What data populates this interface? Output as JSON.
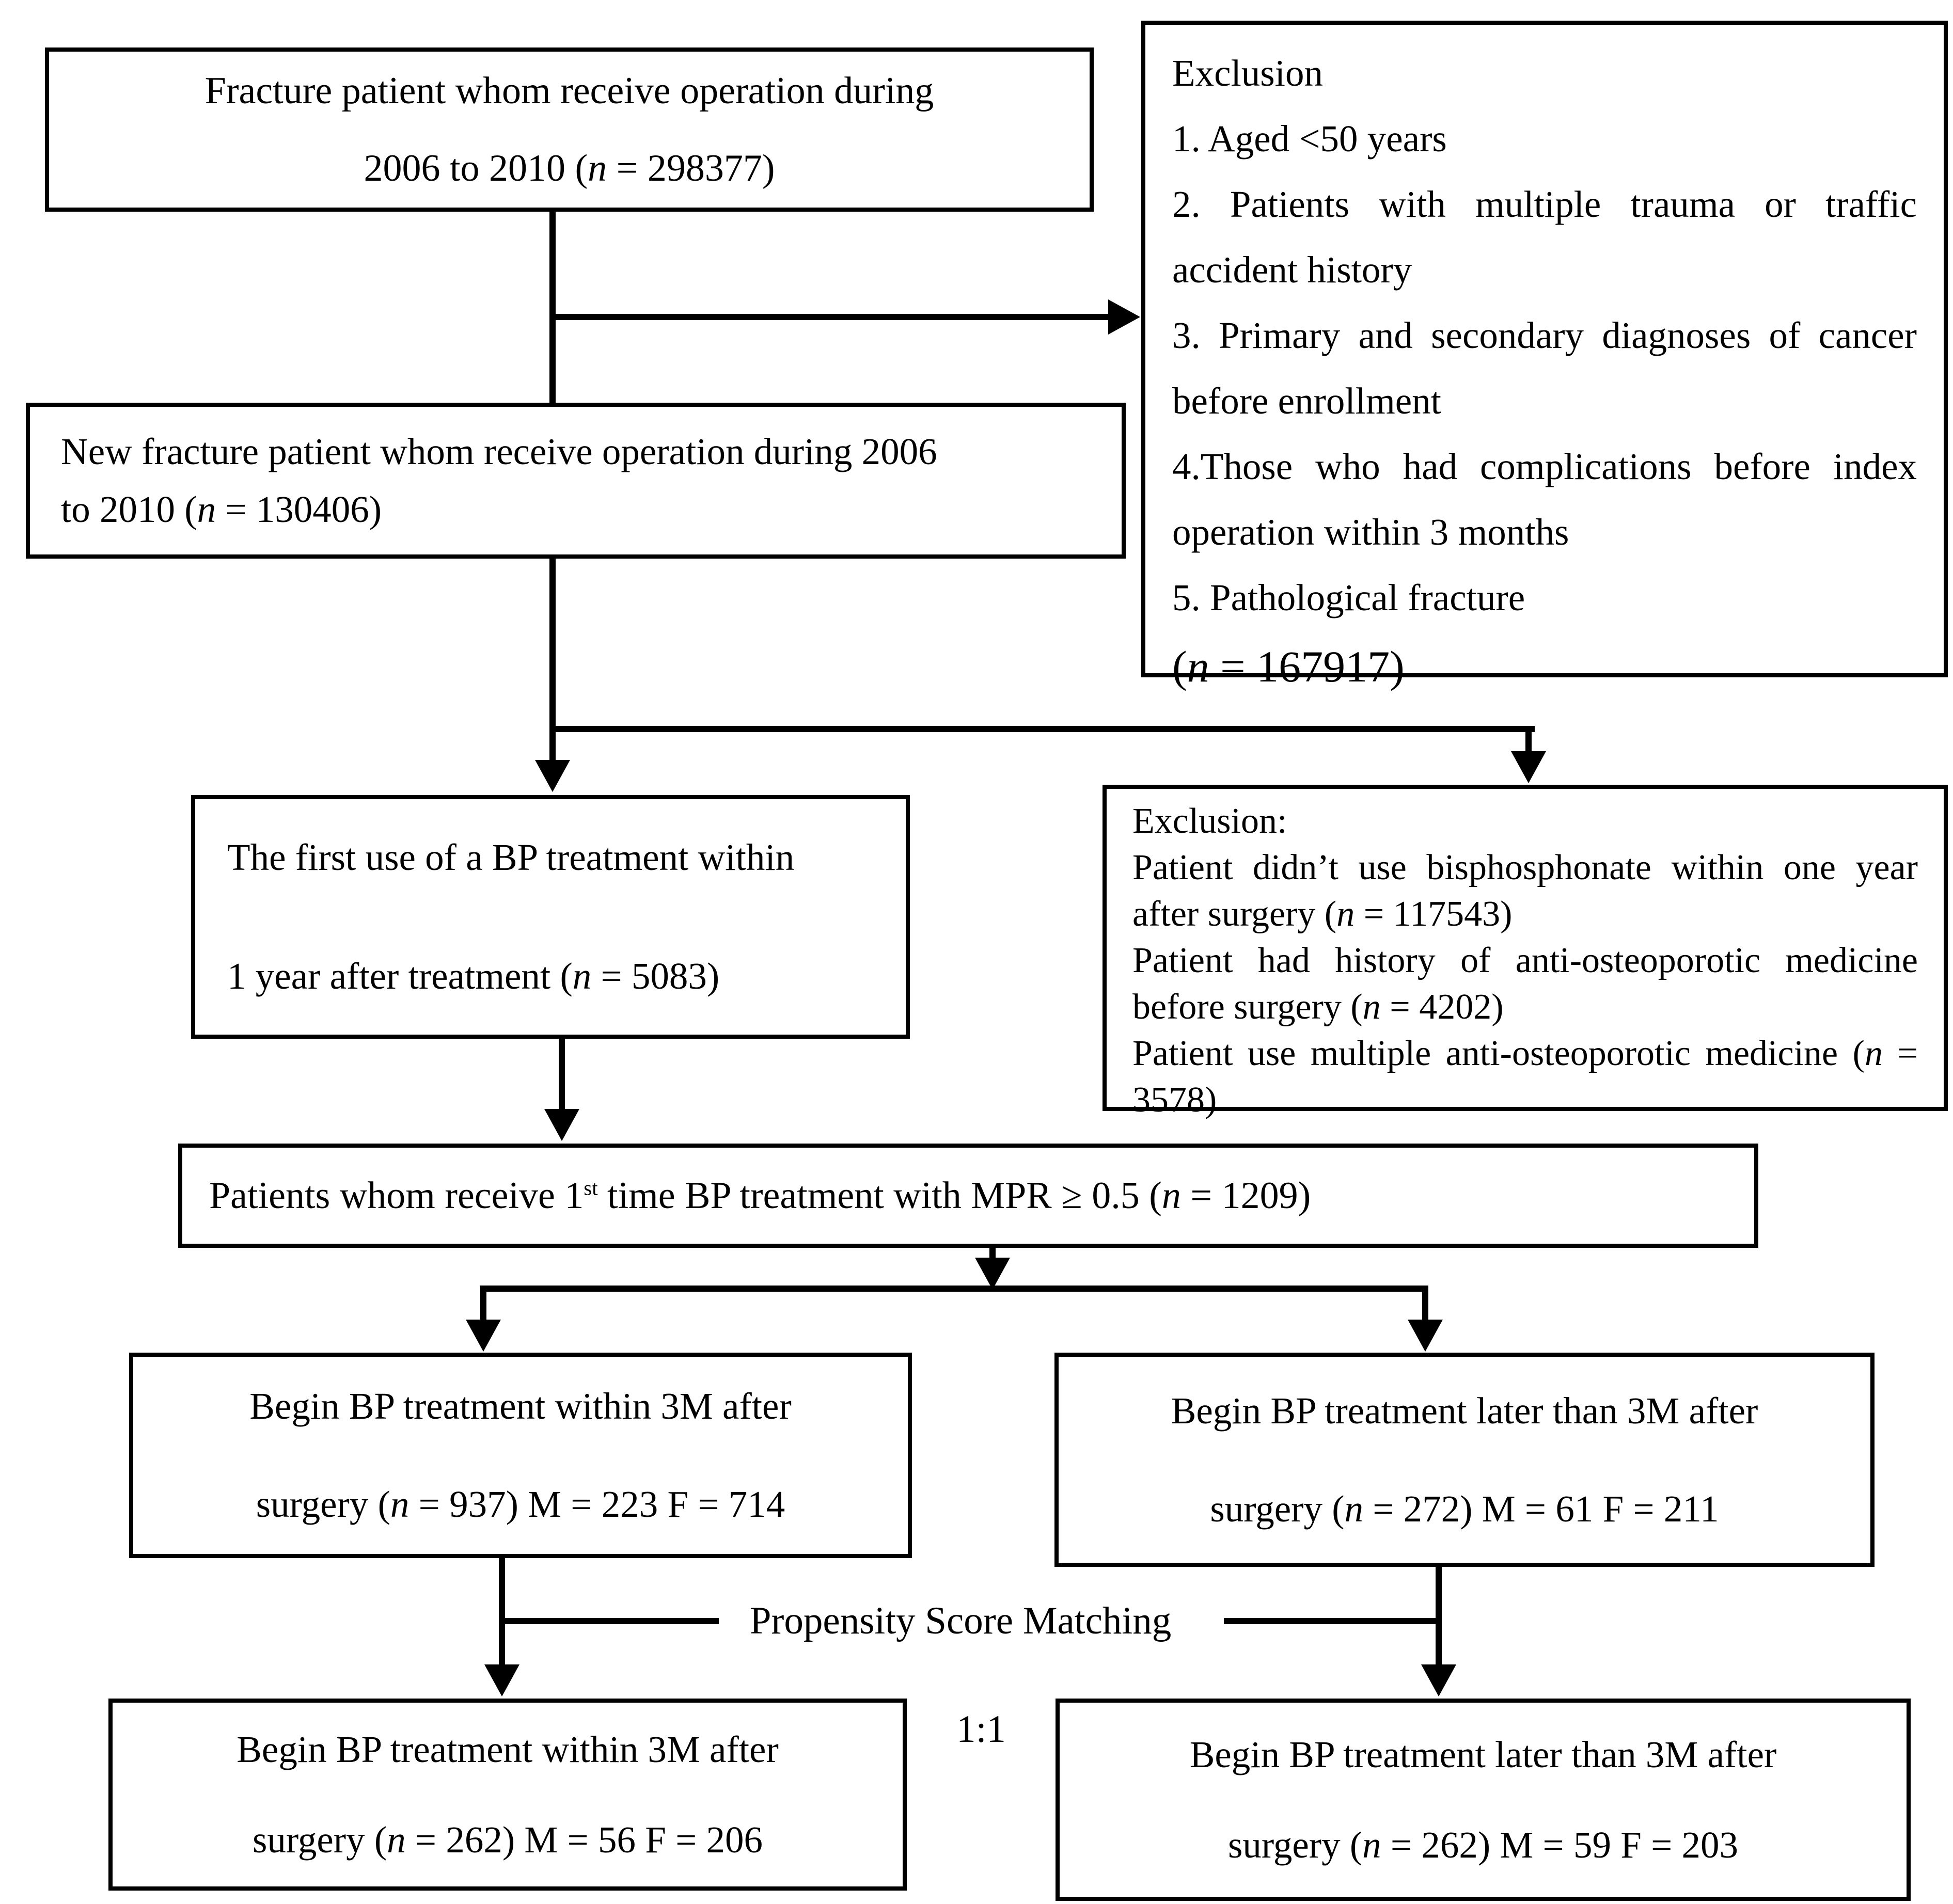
{
  "colors": {
    "line": "#000000",
    "text": "#000000",
    "background": "#ffffff"
  },
  "boxes": {
    "box_initial": {
      "lines": [
        [
          {
            "t": "Fracture patient whom receive operation during"
          }
        ],
        [
          {
            "t": "2006 to 2010 ("
          },
          {
            "t": "n",
            "i": true
          },
          {
            "t": " = 298377)"
          }
        ]
      ]
    },
    "exclusion_1": {
      "lines": [
        [
          {
            "t": "Exclusion"
          }
        ],
        [
          {
            "t": "1. Aged <50 years"
          }
        ],
        [
          {
            "t": "2. Patients with multiple trauma or traffic accident history"
          }
        ],
        [
          {
            "t": "3. Primary and secondary diagnoses of cancer before enrollment"
          }
        ],
        [
          {
            "t": "4.Those who had complications before index operation within 3 months"
          }
        ],
        [
          {
            "t": "5. Pathological fracture"
          }
        ],
        [
          {
            "t": "("
          },
          {
            "t": "n",
            "i": true
          },
          {
            "t": " = 167917)"
          }
        ]
      ]
    },
    "box_new_fracture": {
      "lines": [
        [
          {
            "t": "New fracture patient whom receive operation during 2006"
          }
        ],
        [
          {
            "t": "to 2010 ("
          },
          {
            "t": "n",
            "i": true
          },
          {
            "t": " = 130406)"
          }
        ]
      ]
    },
    "box_first_bp": {
      "lines": [
        [
          {
            "t": "The first use of a BP treatment within"
          }
        ],
        [
          {
            "t": "1 year after treatment ("
          },
          {
            "t": "n",
            "i": true
          },
          {
            "t": " = 5083)"
          }
        ]
      ]
    },
    "exclusion_2": {
      "lines": [
        [
          {
            "t": "Exclusion:"
          }
        ],
        [
          {
            "t": "Patient didn’t use bisphosphonate within one year after surgery ("
          },
          {
            "t": "n",
            "i": true
          },
          {
            "t": " = 117543)"
          }
        ],
        [
          {
            "t": "Patient had history of anti-osteoporotic medicine before surgery ("
          },
          {
            "t": "n",
            "i": true
          },
          {
            "t": " = 4202)"
          }
        ],
        [
          {
            "t": "Patient use multiple anti-osteoporotic medicine ("
          },
          {
            "t": "n",
            "i": true
          },
          {
            "t": " = 3578)"
          }
        ]
      ]
    },
    "box_mpr": {
      "lines": [
        [
          {
            "t": "Patients whom receive 1"
          },
          {
            "t": "st",
            "sup": true
          },
          {
            "t": " time BP treatment with MPR ≥ 0.5 ("
          },
          {
            "t": "n",
            "i": true
          },
          {
            "t": " = 1209)"
          }
        ]
      ]
    },
    "box_within_3m": {
      "lines": [
        [
          {
            "t": "Begin BP treatment within 3M after"
          }
        ],
        [
          {
            "t": "surgery ("
          },
          {
            "t": "n",
            "i": true
          },
          {
            "t": " = 937) M = 223 F = 714"
          }
        ]
      ]
    },
    "box_later_3m": {
      "lines": [
        [
          {
            "t": "Begin BP treatment later than 3M after"
          }
        ],
        [
          {
            "t": "surgery ("
          },
          {
            "t": "n",
            "i": true
          },
          {
            "t": " = 272) M = 61 F = 211"
          }
        ]
      ]
    },
    "box_within_3m_matched": {
      "lines": [
        [
          {
            "t": "Begin BP treatment within 3M after"
          }
        ],
        [
          {
            "t": "surgery ("
          },
          {
            "t": "n",
            "i": true
          },
          {
            "t": " = 262) M = 56 F = 206"
          }
        ]
      ]
    },
    "box_later_3m_matched": {
      "lines": [
        [
          {
            "t": "Begin BP treatment later than 3M after"
          }
        ],
        [
          {
            "t": "surgery ("
          },
          {
            "t": "n",
            "i": true
          },
          {
            "t": " = 262) M = 59 F = 203"
          }
        ]
      ]
    }
  },
  "labels": {
    "matching": "Propensity Score Matching",
    "ratio": "1:1"
  }
}
